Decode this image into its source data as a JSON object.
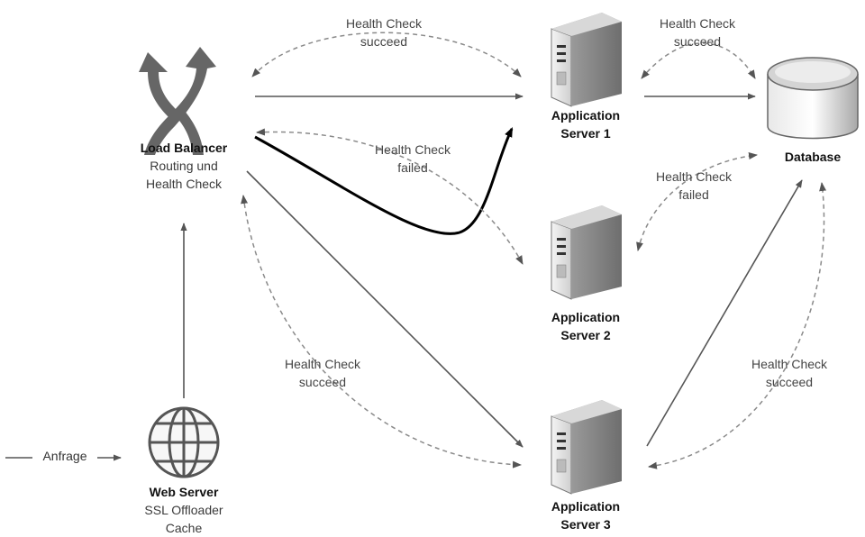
{
  "nodes": {
    "load_balancer": {
      "name": "Load Balancer",
      "line1": "Routing und",
      "line2": "Health Check",
      "icon": "load-balancer-icon"
    },
    "web_server": {
      "name": "Web Server",
      "line1": "SSL Offloader",
      "line2": "Cache",
      "icon": "globe-icon"
    },
    "app_server_1": {
      "line1": "Application",
      "line2": "Server 1",
      "icon": "server-icon"
    },
    "app_server_2": {
      "line1": "Application",
      "line2": "Server 2",
      "icon": "server-icon"
    },
    "app_server_3": {
      "line1": "Application",
      "line2": "Server 3",
      "icon": "server-icon"
    },
    "database": {
      "name": "Database",
      "icon": "database-icon"
    }
  },
  "request": {
    "label": "Anfrage"
  },
  "health_checks": {
    "lb_app1": {
      "line1": "Health Check",
      "line2": "succeed"
    },
    "app1_db": {
      "line1": "Health Check",
      "line2": "succeed"
    },
    "lb_app2": {
      "line1": "Health Check",
      "line2": "failed"
    },
    "app2_db": {
      "line1": "Health Check",
      "line2": "failed"
    },
    "lb_app3": {
      "line1": "Health Check",
      "line2": "succeed"
    },
    "app3_db": {
      "line1": "Health Check",
      "line2": "succeed"
    }
  },
  "colors": {
    "arrow": "#555555",
    "dashed": "#8a8a8a",
    "reroute": "#000000",
    "icon": "#6a6a6a"
  }
}
